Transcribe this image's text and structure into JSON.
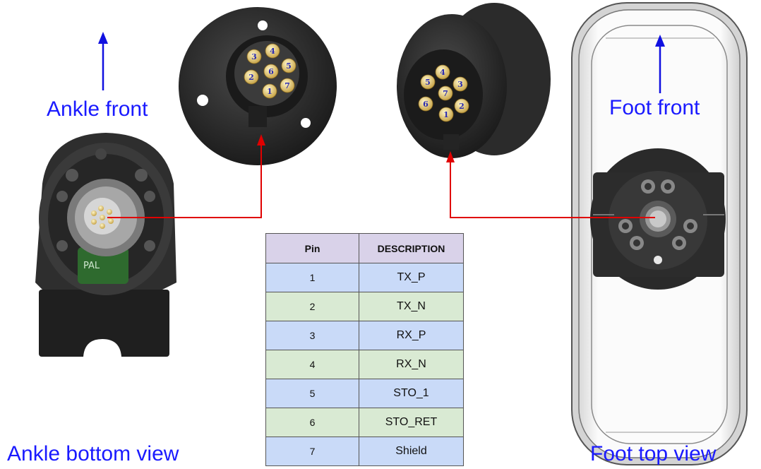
{
  "labels": {
    "ankle_front": "Ankle front",
    "ankle_bottom_view": "Ankle bottom view",
    "foot_front": "Foot front",
    "foot_top_view": "Foot top view"
  },
  "connector_left_pins": [
    "1",
    "2",
    "3",
    "4",
    "5",
    "6",
    "7"
  ],
  "connector_right_pins": [
    "1",
    "2",
    "3",
    "4",
    "5",
    "6",
    "7"
  ],
  "pin_table": {
    "headers": [
      "Pin",
      "DESCRIPTION"
    ],
    "rows": [
      {
        "pin": "1",
        "desc": "TX_P"
      },
      {
        "pin": "2",
        "desc": "TX_N"
      },
      {
        "pin": "3",
        "desc": "RX_P"
      },
      {
        "pin": "4",
        "desc": "RX_N"
      },
      {
        "pin": "5",
        "desc": "STO_1"
      },
      {
        "pin": "6",
        "desc": "STO_RET"
      },
      {
        "pin": "7",
        "desc": "Shield"
      }
    ]
  },
  "colors": {
    "label_blue": "#1a1aff",
    "arrow_blue": "#1010e0",
    "pointer_red": "#e00000",
    "header_purple": "#d9d2e9",
    "row_blue": "#c9daf8",
    "row_green": "#d9ead3"
  }
}
